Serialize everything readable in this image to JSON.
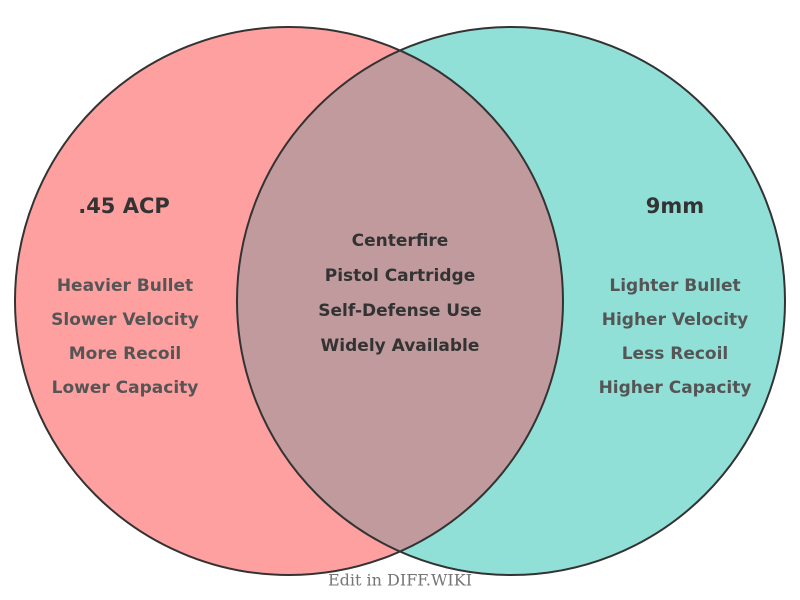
{
  "venn": {
    "left": {
      "title": ".45 ACP",
      "items": [
        "Heavier Bullet",
        "Slower Velocity",
        "More Recoil",
        "Lower Capacity"
      ],
      "color": "#FFA0A0"
    },
    "right": {
      "title": "9mm",
      "items": [
        "Lighter Bullet",
        "Higher Velocity",
        "Less Recoil",
        "Higher Capacity"
      ],
      "color": "#90E0D8"
    },
    "overlap": {
      "items": [
        "Centerfire",
        "Pistol Cartridge",
        "Self-Defense Use",
        "Widely Available"
      ],
      "color": "#C09A9C"
    },
    "outline_color": "#333333"
  },
  "footer": {
    "edit_label": "Edit in DIFF.WIKI"
  }
}
